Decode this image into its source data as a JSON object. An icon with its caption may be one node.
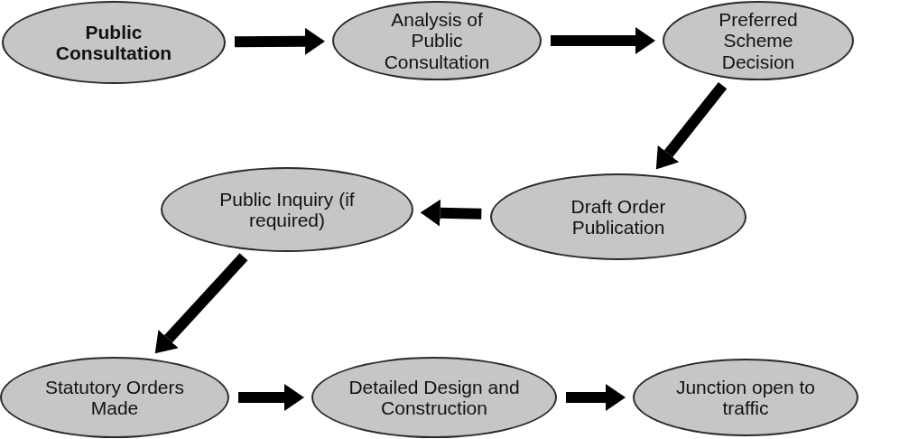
{
  "diagram": {
    "nodes": [
      {
        "text": [
          "Public Consultation"
        ]
      },
      {
        "text": [
          "Analysis of Public Consultation"
        ]
      },
      {
        "text": [
          "Preferred Scheme Decision"
        ]
      },
      {
        "text": [
          "Draft Order Publication"
        ]
      },
      {
        "text": [
          "Public Inquiry (if required)"
        ]
      },
      {
        "text": [
          "Statutory Orders Made"
        ]
      },
      {
        "text": [
          "Detailed Design and Construction"
        ]
      },
      {
        "text": [
          "Junction open to traffic"
        ]
      }
    ],
    "edges": [
      {
        "from": 0,
        "to": 1,
        "arrow": "to"
      },
      {
        "from": 1,
        "to": 2,
        "arrow": "to"
      },
      {
        "from": 2,
        "to": 3,
        "arrow": "to"
      },
      {
        "from": 3,
        "to": 4,
        "arrow": "to"
      },
      {
        "from": 4,
        "to": 5,
        "arrow": "to"
      },
      {
        "from": 5,
        "to": 6,
        "arrow": "to"
      },
      {
        "from": 6,
        "to": 7,
        "arrow": "to"
      }
    ]
  }
}
